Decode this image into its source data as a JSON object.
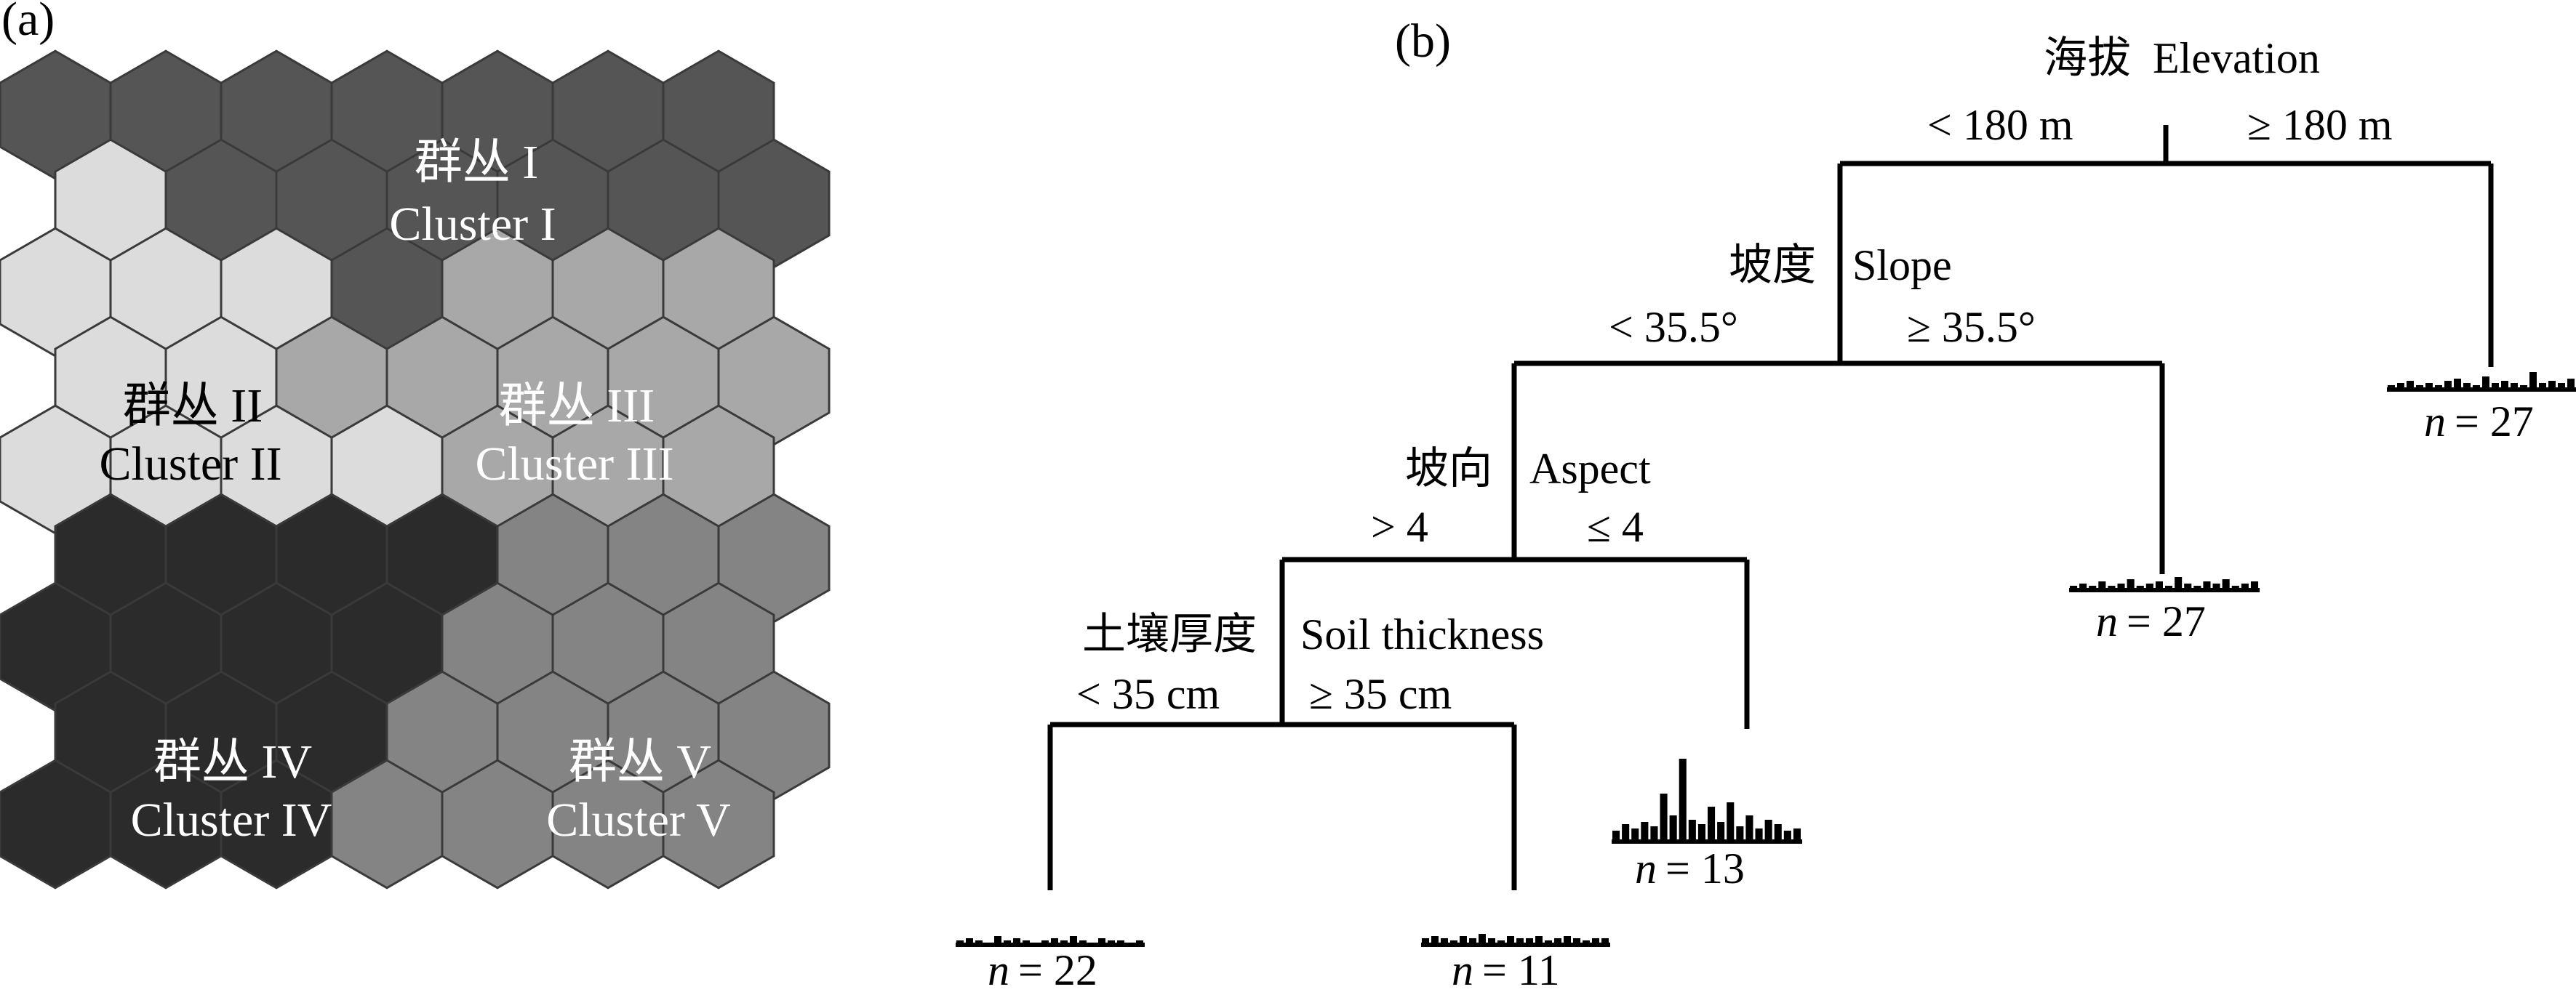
{
  "panels": {
    "a_label": "(a)",
    "b_label": "(b)"
  },
  "som_map": {
    "hex_colors": {
      "I": "#555555",
      "II": "#dcdcdc",
      "III": "#a8a8a8",
      "IV": "#2b2b2b",
      "V": "#848484"
    },
    "rows": [
      [
        "I",
        "I",
        "I",
        "I",
        "I",
        "I",
        "I"
      ],
      [
        "II",
        "I",
        "I",
        "I",
        "I",
        "I",
        "I"
      ],
      [
        "II",
        "II",
        "II",
        "I",
        "III",
        "III",
        "III"
      ],
      [
        "II",
        "II",
        "III",
        "III",
        "III",
        "III",
        "III"
      ],
      [
        "II",
        "II",
        "II",
        "II",
        "III",
        "III",
        "III"
      ],
      [
        "IV",
        "IV",
        "IV",
        "IV",
        "V",
        "V",
        "V"
      ],
      [
        "IV",
        "IV",
        "IV",
        "IV",
        "V",
        "V",
        "V"
      ],
      [
        "IV",
        "IV",
        "IV",
        "V",
        "V",
        "V",
        "V"
      ],
      [
        "IV",
        "IV",
        "IV",
        "V",
        "V",
        "V",
        "V"
      ]
    ],
    "clusters": [
      {
        "id": "I",
        "cn": "群丛 I",
        "en": "Cluster I",
        "text_color": "#ffffff"
      },
      {
        "id": "II",
        "cn": "群丛 II",
        "en": "Cluster II",
        "text_color": "#000000"
      },
      {
        "id": "III",
        "cn": "群丛 III",
        "en": "Cluster III",
        "text_color": "#ffffff"
      },
      {
        "id": "IV",
        "cn": "群丛 IV",
        "en": "Cluster IV",
        "text_color": "#ffffff"
      },
      {
        "id": "V",
        "cn": "群丛 V",
        "en": "Cluster V",
        "text_color": "#ffffff"
      }
    ]
  },
  "tree": {
    "splits": [
      {
        "cn": "海拔",
        "en": "Elevation",
        "left": "< 180 m",
        "right": "≥ 180 m"
      },
      {
        "cn": "坡度",
        "en": "Slope",
        "left": "< 35.5°",
        "right": "≥ 35.5°"
      },
      {
        "cn": "坡向",
        "en": "Aspect",
        "left": "> 4",
        "right": "≤ 4"
      },
      {
        "cn": "土壤厚度",
        "en": "Soil thickness",
        "left": "< 35 cm",
        "right": "≥ 35 cm"
      }
    ],
    "leaves": [
      {
        "n_label": "n",
        "n_value": "= 22",
        "n": 22
      },
      {
        "n_label": "n",
        "n_value": "= 11",
        "n": 11
      },
      {
        "n_label": "n",
        "n_value": "= 13",
        "n": 13
      },
      {
        "n_label": "n",
        "n_value": "= 27",
        "n": 27
      },
      {
        "n_label": "n",
        "n_value": "= 27",
        "n": 27
      }
    ],
    "leaf_histograms": [
      [
        2,
        3,
        2,
        1,
        4,
        2,
        3,
        2,
        1,
        2,
        3,
        2,
        4,
        2,
        1,
        3,
        2,
        2,
        1,
        2
      ],
      [
        3,
        4,
        3,
        2,
        4,
        3,
        5,
        3,
        2,
        4,
        3,
        3,
        4,
        2,
        3,
        4,
        3,
        2,
        3,
        3
      ],
      [
        5,
        8,
        6,
        9,
        7,
        22,
        12,
        38,
        10,
        8,
        16,
        9,
        18,
        7,
        12,
        6,
        10,
        8,
        5,
        6
      ],
      [
        2,
        3,
        2,
        4,
        2,
        3,
        5,
        2,
        3,
        4,
        2,
        6,
        3,
        2,
        4,
        3,
        5,
        2,
        3,
        4
      ],
      [
        2,
        3,
        4,
        2,
        3,
        2,
        4,
        5,
        3,
        2,
        6,
        3,
        4,
        3,
        2,
        8,
        3,
        4,
        3,
        5
      ]
    ]
  }
}
